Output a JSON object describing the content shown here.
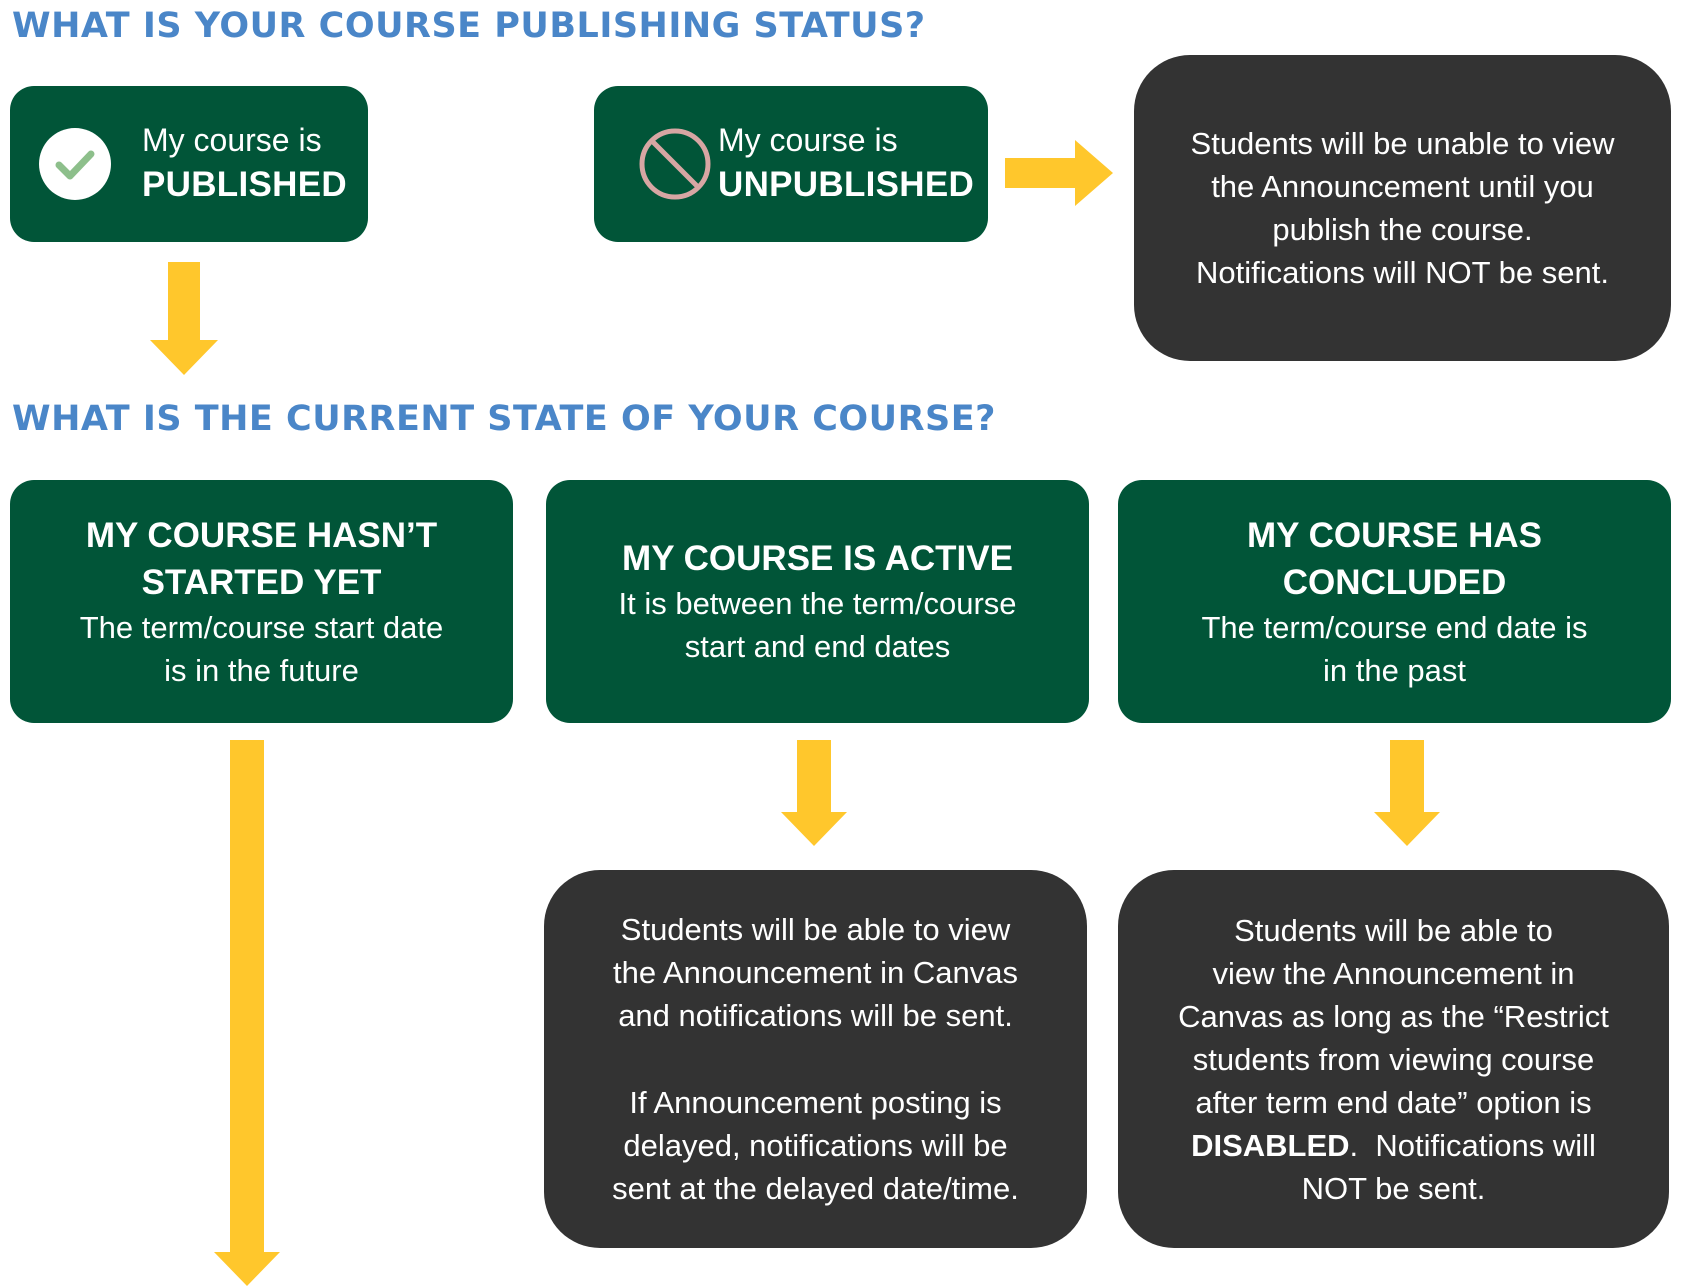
{
  "headings": {
    "publishing_status": "WHAT IS YOUR COURSE PUBLISHING STATUS?",
    "current_state": "WHAT IS THE CURRENT STATE OF YOUR COURSE?"
  },
  "publish_boxes": {
    "published": {
      "line1": "My course is",
      "line2": "PUBLISHED",
      "icon": "check-circle-icon"
    },
    "unpublished": {
      "line1": "My course is",
      "line2": "UNPUBLISHED",
      "icon": "prohibited-icon"
    }
  },
  "unpublished_note": {
    "line1": "Students will be unable to view",
    "line2": "the Announcement until you",
    "line3": "publish the course.",
    "line4": "Notifications will NOT be sent."
  },
  "states": {
    "not_started": {
      "title1": "MY COURSE HASN’T",
      "title2": "STARTED YET",
      "desc1": "The term/course start date",
      "desc2": "is in the future"
    },
    "active": {
      "title1": "MY COURSE IS ACTIVE",
      "desc1": "It is between the term/course",
      "desc2": "start and end dates"
    },
    "concluded": {
      "title1": "MY COURSE HAS",
      "title2": "CONCLUDED",
      "desc1": "The term/course end date is",
      "desc2": "in the past"
    }
  },
  "active_note": {
    "p1_line1": "Students will be able to view",
    "p1_line2": "the Announcement in Canvas",
    "p1_line3": "and notifications will be sent.",
    "p2_line1": "If Announcement posting is",
    "p2_line2": "delayed, notifications will be",
    "p2_line3": "sent at the delayed date/time."
  },
  "concluded_note": {
    "line1": "Students will be able to",
    "line2": "view the Announcement in",
    "line3": "Canvas as long as the “Restrict",
    "line4": "students from viewing course",
    "line5": "after term end date” option is",
    "line6_bold": "DISABLED",
    "line6_rest": ".  Notifications will",
    "line7": "NOT be sent."
  },
  "colors": {
    "heading": "#4a86c8",
    "green_box": "#015538",
    "dark_box": "#333333",
    "arrow": "#ffc72c",
    "check": "#8dbf8b",
    "prohibited": "#d7a6a3"
  }
}
